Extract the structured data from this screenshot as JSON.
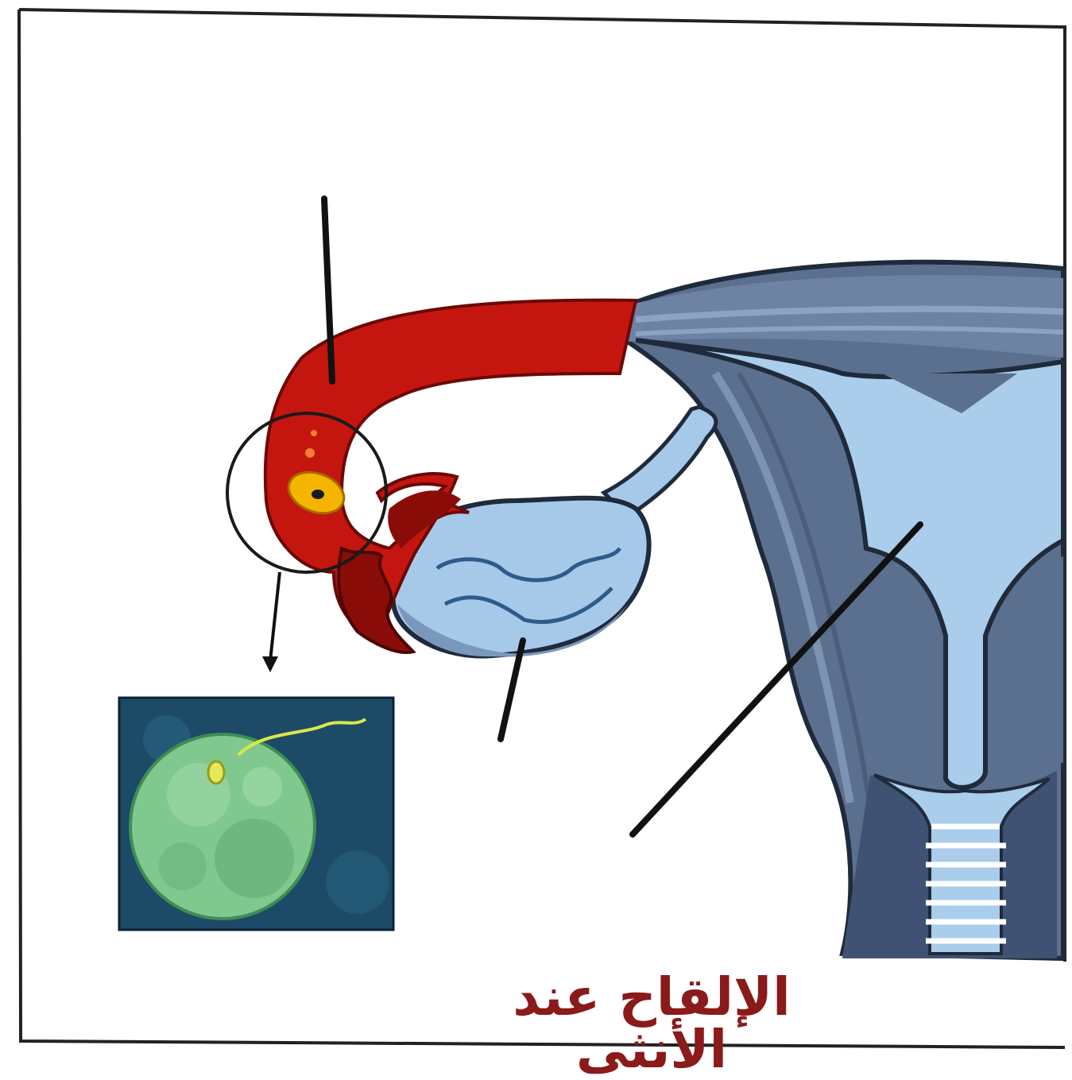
{
  "caption": "الإلقاح عند الأنثى",
  "colors": {
    "caption": "#8b1a1a",
    "fallopian_tube": "#c4160f",
    "fallopian_tube_dark": "#8a0c08",
    "egg_cell": "#f4b400",
    "uterus_outer": "#5b6f8e",
    "uterus_light": "#a9cdea",
    "uterus_dark": "#3f5273",
    "ovary": "#a6c9ea",
    "micrograph_background": "#1d4a66",
    "micrograph_egg": "#7fc98f"
  },
  "icons": {
    "magnifier": "circle-outline",
    "micrograph": "fertilized-egg-photo"
  }
}
